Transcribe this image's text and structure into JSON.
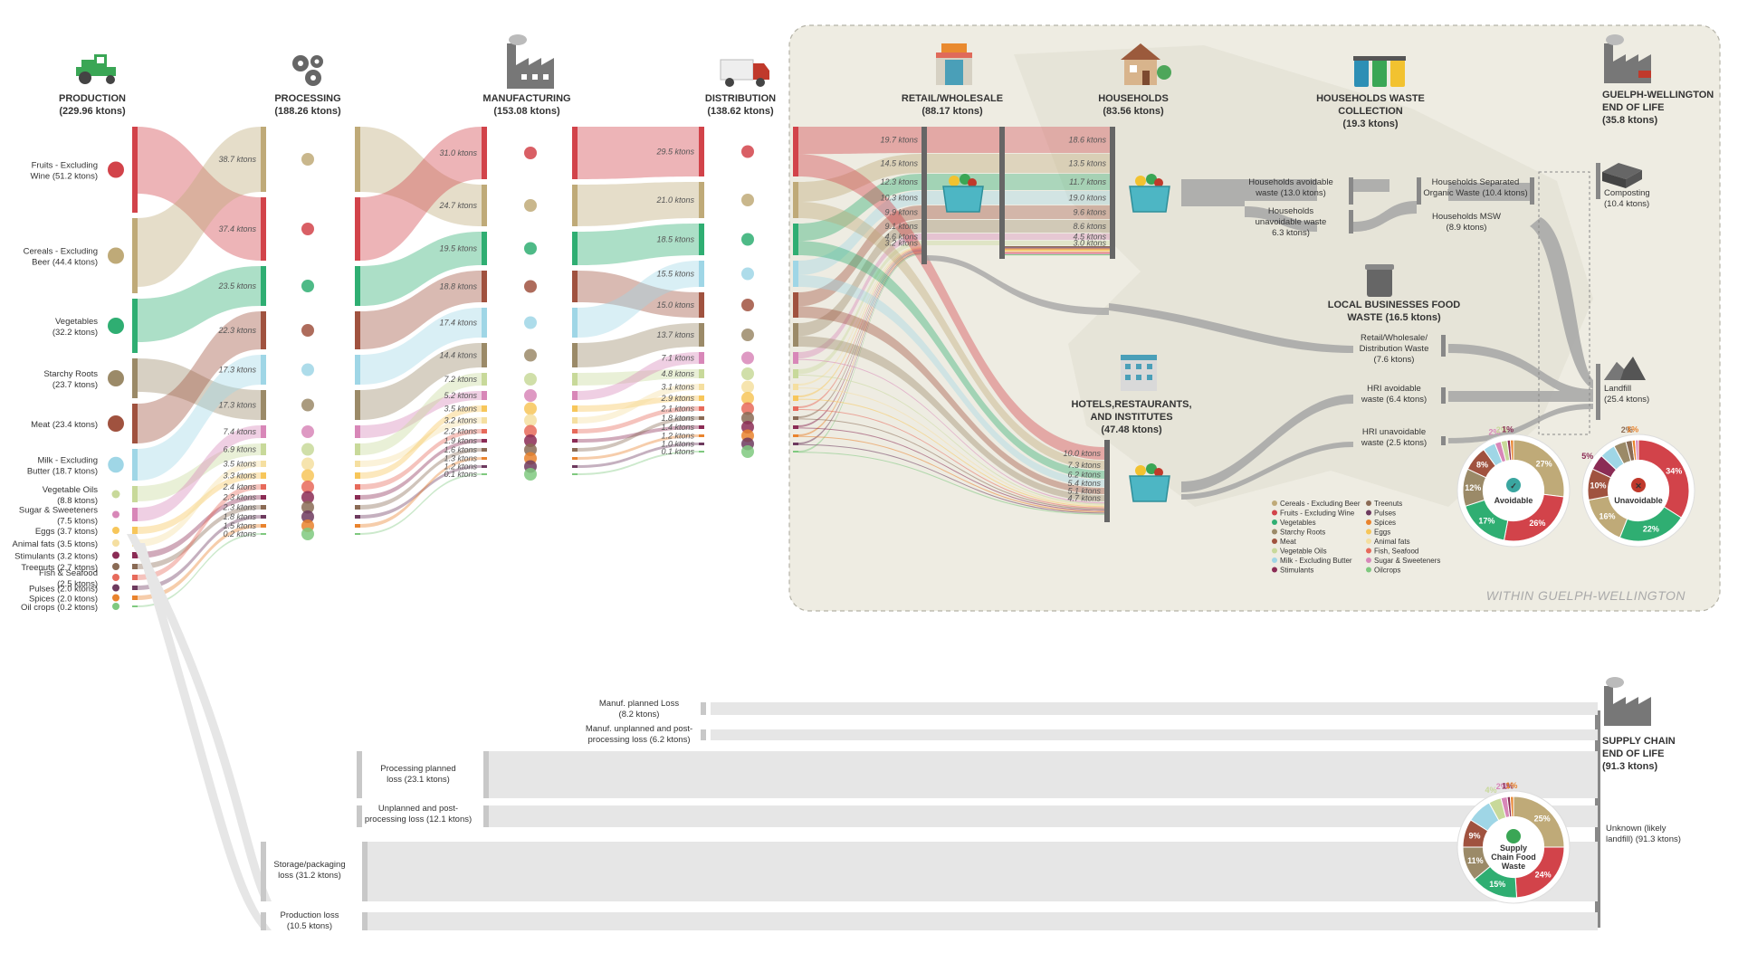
{
  "colors": {
    "cereals": "#bfaa78",
    "fruits": "#d2434a",
    "vegetables": "#2fae72",
    "starchy": "#9b8a68",
    "meat": "#a0523f",
    "oils": "#c8d99a",
    "milk": "#9fd6e6",
    "stimulants": "#8b2c55",
    "treenuts": "#8a6b55",
    "pulses": "#6d3a5e",
    "spices": "#e9832d",
    "eggs": "#f7c65a",
    "fats": "#f5dfa0",
    "fish": "#e76a5b",
    "sugar": "#d887b8",
    "oilcrops": "#7fc97f",
    "gray": "#a6a6a6",
    "lightgray": "#e6e6e6",
    "panel": "#eeece2"
  },
  "stages": [
    {
      "key": "production",
      "title": "PRODUCTION",
      "sub": "(229.96 ktons)",
      "icon": "tractor-icon"
    },
    {
      "key": "processing",
      "title": "PROCESSING",
      "sub": "(188.26 ktons)",
      "icon": "gears-icon"
    },
    {
      "key": "manufacturing",
      "title": "MANUFACTURING",
      "sub": "(153.08 ktons)",
      "icon": "factory-icon"
    },
    {
      "key": "distribution",
      "title": "DISTRIBUTION",
      "sub": "(138.62 ktons)",
      "icon": "truck-icon"
    },
    {
      "key": "retail",
      "title": "RETAIL/WHOLESALE",
      "sub": "(88.17 ktons)",
      "icon": "store-icon"
    },
    {
      "key": "households",
      "title": "HOUSEHOLDS",
      "sub": "(83.56 ktons)",
      "icon": "house-icon"
    },
    {
      "key": "hhwaste",
      "title": "HOUSEHOLDS WASTE",
      "title2": "COLLECTION",
      "sub": "(19.3 ktons)",
      "icon": "bins-icon"
    },
    {
      "key": "gweol",
      "title": "GUELPH-WELLINGTON",
      "title2": "END OF LIFE",
      "sub": "(35.8 ktons)",
      "icon": "factory-icon"
    }
  ],
  "production": [
    {
      "label": "Fruits - Excluding",
      "label2": "Wine (51.2 ktons)",
      "key": "fruits",
      "h": 95
    },
    {
      "label": "Cereals - Excluding",
      "label2": "Beer (44.4 ktons)",
      "key": "cereals",
      "h": 83
    },
    {
      "label": "Vegetables",
      "label2": "(32.2 ktons)",
      "key": "vegetables",
      "h": 60
    },
    {
      "label": "Starchy Roots",
      "label2": "(23.7 ktons)",
      "key": "starchy",
      "h": 44
    },
    {
      "label": "Meat (23.4 ktons)",
      "label2": "",
      "key": "meat",
      "h": 44
    },
    {
      "label": "Milk - Excluding",
      "label2": "Butter (18.7 ktons)",
      "key": "milk",
      "h": 35
    },
    {
      "label": "Vegetable Oils",
      "label2": "(8.8 ktons)",
      "key": "oils",
      "h": 18
    },
    {
      "label": "Sugar & Sweeteners",
      "label2": "(7.5 ktons)",
      "key": "sugar",
      "h": 15
    },
    {
      "label": "Eggs (3.7 ktons)",
      "label2": "",
      "key": "eggs",
      "h": 8
    },
    {
      "label": "Animal fats (3.5 ktons)",
      "label2": "",
      "key": "fats",
      "h": 8
    },
    {
      "label": "Stimulants (3.2 ktons)",
      "label2": "",
      "key": "stimulants",
      "h": 7
    },
    {
      "label": "Treenuts (2.7 ktons)",
      "label2": "",
      "key": "treenuts",
      "h": 6
    },
    {
      "label": "Fish & Seafood",
      "label2": "(2.5 ktons)",
      "key": "fish",
      "h": 6
    },
    {
      "label": "Pulses (2.0 ktons)",
      "label2": "",
      "key": "pulses",
      "h": 5
    },
    {
      "label": "Spices (2.0 ktons)",
      "label2": "",
      "key": "spices",
      "h": 5
    },
    {
      "label": "Oil crops (0.2 ktons)",
      "label2": "",
      "key": "oilcrops",
      "h": 2
    }
  ],
  "processing": [
    {
      "v": "38.7 ktons",
      "key": "cereals",
      "h": 72
    },
    {
      "v": "37.4 ktons",
      "key": "fruits",
      "h": 70
    },
    {
      "v": "23.5 ktons",
      "key": "vegetables",
      "h": 44
    },
    {
      "v": "22.3 ktons",
      "key": "meat",
      "h": 42
    },
    {
      "v": "17.3 ktons",
      "key": "milk",
      "h": 33
    },
    {
      "v": "17.3 ktons",
      "key": "starchy",
      "h": 33
    },
    {
      "v": "7.4 ktons",
      "key": "sugar",
      "h": 14
    },
    {
      "v": "6.9 ktons",
      "key": "oils",
      "h": 13
    },
    {
      "v": "3.5 ktons",
      "key": "fats",
      "h": 7
    },
    {
      "v": "3.3 ktons",
      "key": "eggs",
      "h": 7
    },
    {
      "v": "2.4 ktons",
      "key": "fish",
      "h": 6
    },
    {
      "v": "2.3 ktons",
      "key": "stimulants",
      "h": 5
    },
    {
      "v": "2.3 ktons",
      "key": "treenuts",
      "h": 5
    },
    {
      "v": "1.8 ktons",
      "key": "pulses",
      "h": 4
    },
    {
      "v": "1.5 ktons",
      "key": "spices",
      "h": 4
    },
    {
      "v": "0.2 ktons",
      "key": "oilcrops",
      "h": 2
    }
  ],
  "manufacturing": [
    {
      "v": "31.0 ktons",
      "key": "fruits",
      "h": 58
    },
    {
      "v": "24.7 ktons",
      "key": "cereals",
      "h": 46
    },
    {
      "v": "19.5 ktons",
      "key": "vegetables",
      "h": 37
    },
    {
      "v": "18.8 ktons",
      "key": "meat",
      "h": 35
    },
    {
      "v": "17.4 ktons",
      "key": "milk",
      "h": 33
    },
    {
      "v": "14.4 ktons",
      "key": "starchy",
      "h": 27
    },
    {
      "v": "7.2 ktons",
      "key": "oils",
      "h": 14
    },
    {
      "v": "5.2 ktons",
      "key": "sugar",
      "h": 10
    },
    {
      "v": "3.5 ktons",
      "key": "eggs",
      "h": 7
    },
    {
      "v": "3.2 ktons",
      "key": "fats",
      "h": 7
    },
    {
      "v": "2.2 ktons",
      "key": "fish",
      "h": 5
    },
    {
      "v": "1.9 ktons",
      "key": "stimulants",
      "h": 4
    },
    {
      "v": "1.6 ktons",
      "key": "treenuts",
      "h": 4
    },
    {
      "v": "1.3 ktons",
      "key": "spices",
      "h": 3
    },
    {
      "v": "1.2 ktons",
      "key": "pulses",
      "h": 3
    },
    {
      "v": "0.1 ktons",
      "key": "oilcrops",
      "h": 2
    }
  ],
  "distribution": [
    {
      "v": "29.5 ktons",
      "key": "fruits",
      "h": 55
    },
    {
      "v": "21.0 ktons",
      "key": "cereals",
      "h": 40
    },
    {
      "v": "18.5 ktons",
      "key": "vegetables",
      "h": 35
    },
    {
      "v": "15.5 ktons",
      "key": "milk",
      "h": 29
    },
    {
      "v": "15.0 ktons",
      "key": "meat",
      "h": 28
    },
    {
      "v": "13.7 ktons",
      "key": "starchy",
      "h": 26
    },
    {
      "v": "7.1 ktons",
      "key": "sugar",
      "h": 13
    },
    {
      "v": "4.8 ktons",
      "key": "oils",
      "h": 10
    },
    {
      "v": "3.1 ktons",
      "key": "fats",
      "h": 7
    },
    {
      "v": "2.9 ktons",
      "key": "eggs",
      "h": 6
    },
    {
      "v": "2.1 ktons",
      "key": "fish",
      "h": 5
    },
    {
      "v": "1.8 ktons",
      "key": "treenuts",
      "h": 4
    },
    {
      "v": "1.4 ktons",
      "key": "stimulants",
      "h": 4
    },
    {
      "v": "1.2 ktons",
      "key": "spices",
      "h": 3
    },
    {
      "v": "1.0 ktons",
      "key": "pulses",
      "h": 3
    },
    {
      "v": "0.1 ktons",
      "key": "oilcrops",
      "h": 2
    }
  ],
  "retail": [
    {
      "v": "19.7 ktons",
      "key": "fruits"
    },
    {
      "v": "14.5 ktons",
      "key": "cereals"
    },
    {
      "v": "12.3 ktons",
      "key": "vegetables"
    },
    {
      "v": "10.3 ktons",
      "key": "milk"
    },
    {
      "v": "9.9 ktons",
      "key": "meat"
    },
    {
      "v": "9.1 ktons",
      "key": "starchy"
    },
    {
      "v": "4.6 ktons",
      "key": "sugar"
    },
    {
      "v": "3.2 ktons",
      "key": "oils"
    }
  ],
  "households": [
    {
      "v": "18.6 ktons",
      "key": "fruits"
    },
    {
      "v": "13.5 ktons",
      "key": "cereals"
    },
    {
      "v": "11.7 ktons",
      "key": "vegetables"
    },
    {
      "v": "19.0 ktons",
      "key": "milk"
    },
    {
      "v": "9.6 ktons",
      "key": "meat"
    },
    {
      "v": "8.6 ktons",
      "key": "starchy"
    },
    {
      "v": "4.5 ktons",
      "key": "sugar"
    },
    {
      "v": "3.0 ktons",
      "key": "oils"
    }
  ],
  "hri": {
    "title": "HOTELS,RESTAURANTS,",
    "title2": "AND INSTITUTES",
    "sub": "(47.48 ktons)",
    "values": [
      {
        "v": "10.0 ktons",
        "key": "fruits"
      },
      {
        "v": "7.3 ktons",
        "key": "cereals"
      },
      {
        "v": "6.2 ktons",
        "key": "vegetables"
      },
      {
        "v": "5.4 ktons",
        "key": "milk"
      },
      {
        "v": "5.1 ktons",
        "key": "meat"
      },
      {
        "v": "4.7 ktons",
        "key": "starchy"
      }
    ]
  },
  "waste_labels": {
    "hh_avoid": "Households avoidable",
    "hh_avoid2": "waste (13.0 ktons)",
    "hh_unavoid": "Households",
    "hh_unavoid2": "unavoidable waste",
    "hh_unavoid3": "6.3 ktons)",
    "separated": "Households Separated",
    "separated2": "Organic Waste (10.4 ktons)",
    "msw": "Households MSW",
    "msw2": "(8.9 ktons)",
    "local": "LOCAL BUSINESSES FOOD",
    "local2": "WASTE (16.5 ktons)",
    "rwd": "Retail/Wholesale/",
    "rwd2": "Distribution Waste",
    "rwd3": "(7.6 ktons)",
    "hri_avoid": "HRI avoidable",
    "hri_avoid2": "waste (6.4 ktons)",
    "hri_unavoid": "HRI unavoidable",
    "hri_unavoid2": "waste (2.5 ktons)",
    "composting": "Composting",
    "composting2": "(10.4 ktons)",
    "landfill": "Landfill",
    "landfill2": "(25.4 ktons)"
  },
  "losses": {
    "manuf_planned": "Manuf. planned Loss",
    "manuf_planned2": "(8.2 ktons)",
    "manuf_unplanned": "Manuf. unplanned and post-",
    "manuf_unplanned2": "processing loss (6.2 ktons)",
    "proc_planned": "Processing planned",
    "proc_planned2": "loss (23.1 ktons)",
    "proc_unplanned": "Unplanned and post-",
    "proc_unplanned2": "processing loss (12.1 ktons)",
    "storage": "Storage/packaging",
    "storage2": "loss (31.2 ktons)",
    "production": "Production loss",
    "production2": "(10.5 ktons)"
  },
  "supply_chain": {
    "title": "SUPPLY CHAIN",
    "title2": "END OF LIFE",
    "sub": "(91.3 ktons)",
    "unknown": "Unknown (likely",
    "unknown2": "landfill) (91.3 ktons)"
  },
  "within": "WITHIN GUELPH-WELLINGTON",
  "legend": [
    {
      "label": "Cereals - Excluding Beer",
      "key": "cereals"
    },
    {
      "label": "Fruits - Excluding Wine",
      "key": "fruits"
    },
    {
      "label": "Vegetables",
      "key": "vegetables"
    },
    {
      "label": "Starchy Roots",
      "key": "starchy"
    },
    {
      "label": "Meat",
      "key": "meat"
    },
    {
      "label": "Vegetable Oils",
      "key": "oils"
    },
    {
      "label": "Milk - Excluding Butter",
      "key": "milk"
    },
    {
      "label": "Stimulants",
      "key": "stimulants"
    },
    {
      "label": "Treenuts",
      "key": "treenuts"
    },
    {
      "label": "Pulses",
      "key": "pulses"
    },
    {
      "label": "Spices",
      "key": "spices"
    },
    {
      "label": "Eggs",
      "key": "eggs"
    },
    {
      "label": "Animal fats",
      "key": "fats"
    },
    {
      "label": "Fish, Seafood",
      "key": "fish"
    },
    {
      "label": "Sugar & Sweeteners",
      "key": "sugar"
    },
    {
      "label": "Oilcrops",
      "key": "oilcrops"
    }
  ],
  "donuts": [
    {
      "name": "avoidable",
      "center": "Avoidable",
      "slices": [
        {
          "key": "cereals",
          "pct": 27,
          "label": "27%"
        },
        {
          "key": "fruits",
          "pct": 26,
          "label": "26%"
        },
        {
          "key": "vegetables",
          "pct": 17,
          "label": "17%"
        },
        {
          "key": "starchy",
          "pct": 12,
          "label": "12%"
        },
        {
          "key": "meat",
          "pct": 8,
          "label": "8%"
        },
        {
          "key": "milk",
          "pct": 4,
          "label": ""
        },
        {
          "key": "sugar",
          "pct": 2,
          "label": "2%"
        },
        {
          "key": "oils",
          "pct": 2,
          "label": "2%"
        },
        {
          "key": "stimulants",
          "pct": 1,
          "label": "1%"
        },
        {
          "key": "spices",
          "pct": 1,
          "label": ""
        }
      ]
    },
    {
      "name": "unavoidable",
      "center": "Unavoidable",
      "slices": [
        {
          "key": "fruits",
          "pct": 34,
          "label": "34%"
        },
        {
          "key": "vegetables",
          "pct": 22,
          "label": "22%"
        },
        {
          "key": "cereals",
          "pct": 16,
          "label": "16%"
        },
        {
          "key": "meat",
          "pct": 10,
          "label": "10%"
        },
        {
          "key": "stimulants",
          "pct": 5,
          "label": "5%"
        },
        {
          "key": "milk",
          "pct": 5,
          "label": ""
        },
        {
          "key": "starchy",
          "pct": 4,
          "label": ""
        },
        {
          "key": "treenuts",
          "pct": 2,
          "label": "2%"
        },
        {
          "key": "spices",
          "pct": 1,
          "label": "1%"
        },
        {
          "key": "sugar",
          "pct": 1,
          "label": ""
        }
      ]
    },
    {
      "name": "supply",
      "center": "Supply",
      "center2": "Chain Food",
      "center3": "Waste",
      "slices": [
        {
          "key": "cereals",
          "pct": 25,
          "label": "25%"
        },
        {
          "key": "fruits",
          "pct": 24,
          "label": "24%"
        },
        {
          "key": "vegetables",
          "pct": 15,
          "label": "15%"
        },
        {
          "key": "starchy",
          "pct": 11,
          "label": "11%"
        },
        {
          "key": "meat",
          "pct": 9,
          "label": "9%"
        },
        {
          "key": "milk",
          "pct": 8,
          "label": ""
        },
        {
          "key": "oils",
          "pct": 4,
          "label": "4%"
        },
        {
          "key": "sugar",
          "pct": 2,
          "label": "2%"
        },
        {
          "key": "stimulants",
          "pct": 1,
          "label": "1%"
        },
        {
          "key": "spices",
          "pct": 1,
          "label": "1%"
        }
      ]
    }
  ]
}
